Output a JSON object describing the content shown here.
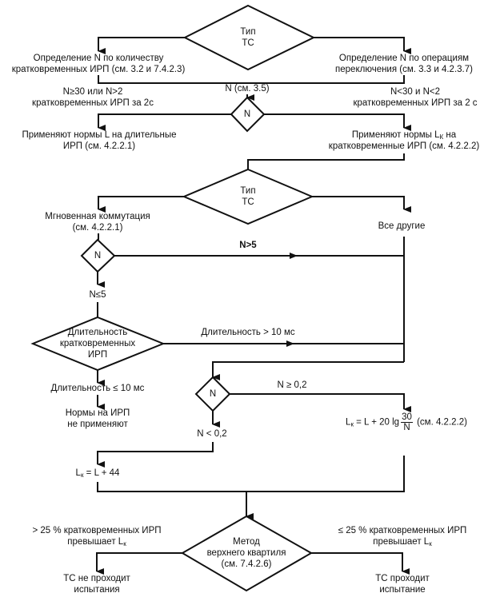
{
  "diagram": {
    "decisions": {
      "type_ts_1": [
        "Тип",
        "ТС"
      ],
      "n_1": "N",
      "type_ts_2": [
        "Тип",
        "ТС"
      ],
      "n_2": "N",
      "duration": [
        "Длительность",
        "кратковременных",
        "ИРП"
      ],
      "n_3": "N",
      "quartile": [
        "Метод",
        "верхнего квартиля",
        "(см. 7.4.2.6)"
      ]
    },
    "nodes": {
      "n_by_count": [
        "Определение N по количеству",
        "кратковременных ИРП (см. 3.2 и 7.4.2.3)"
      ],
      "n_by_switching": [
        "Определение N по операциям",
        "переключения (см. 3.3 и 4.2.3.7)"
      ],
      "n_ref": "N (см. 3.5)",
      "apply_long": [
        "Применяют нормы L на длительные",
        "ИРП (см. 4.2.2.1)"
      ],
      "apply_short_prefix": "Применяют нормы L",
      "apply_short_sub": "К",
      "apply_short_suffix": " на",
      "apply_short_line2": "кратковременные ИРП (см. 4.2.2.2)",
      "instant_switch": [
        "Мгновенная коммутация",
        "(см. 4.2.2.1)"
      ],
      "all_others": "Все другие",
      "norms_not_applied": [
        "Нормы на ИРП",
        "не применяют"
      ],
      "lk_44_sub": "к",
      "lk_44_rest": " = L + 44",
      "lk_formula_sub": "к",
      "lk_formula_mid": " = L + 20 lg",
      "lk_formula_num": "30",
      "lk_formula_den": "N",
      "lk_formula_ref": "(см. 4.2.2.2)",
      "fails": [
        "ТС не проходит",
        "испытания"
      ],
      "passes": [
        "ТС  проходит",
        "испытание"
      ]
    },
    "edges": {
      "n_ge30": [
        "N≥30 или N>2",
        "кратковременных ИРП за 2с"
      ],
      "n_lt30": [
        "N<30 и N<2",
        "кратковременных ИРП за 2 с"
      ],
      "n_gt5": "N>5",
      "n_le5": "N≤5",
      "dur_gt10": "Длительность > 10 мс",
      "dur_le10": "Длительность ≤ 10 мс",
      "n_ge02": "N ≥ 0,2",
      "n_lt02": "N < 0,2",
      "gt25_line1": "> 25 % кратковременных ИРП",
      "gt25_prefix": "превышает L",
      "gt25_sub": "к",
      "le25_line1": "≤ 25 % кратковременных ИРП",
      "le25_prefix": "превышает L",
      "le25_sub": "к"
    }
  }
}
